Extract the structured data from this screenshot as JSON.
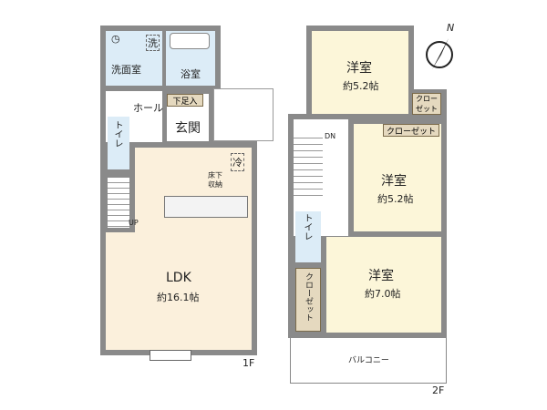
{
  "floor1": {
    "label": "1F",
    "washroom": "洗面室",
    "washer": "洗",
    "bath": "浴室",
    "hall": "ホール",
    "shoe": "下足入",
    "entrance": "玄関",
    "toilet": "トイレ",
    "fridge": "冷",
    "underfloor": "床下収納",
    "up": "UP",
    "ldk": "LDK",
    "ldk_area": "約16.1帖"
  },
  "floor2": {
    "label": "2F",
    "room1": "洋室",
    "room1_area": "約5.2帖",
    "closet1": "クローゼット",
    "closet2": "クローゼット",
    "room2": "洋室",
    "room2_area": "約5.2帖",
    "dn": "DN",
    "toilet": "トイレ",
    "closet3": "クローゼット",
    "room3": "洋室",
    "room3_area": "約7.0帖",
    "balcony": "バルコニー"
  },
  "compass": "N"
}
